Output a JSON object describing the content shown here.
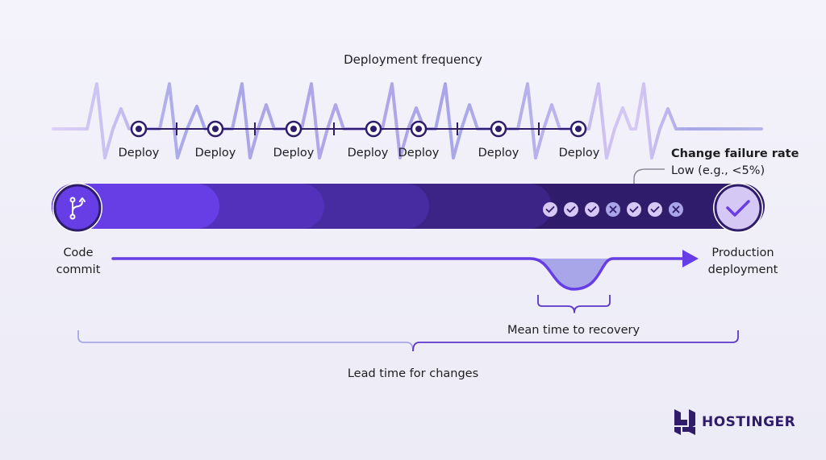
{
  "diagram": {
    "title": "Deployment frequency",
    "deploy_labels": [
      "Deploy",
      "Deploy",
      "Deploy",
      "Deploy",
      "Deploy",
      "Deploy",
      "Deploy"
    ],
    "start_label": {
      "line1": "Code",
      "line2": "commit"
    },
    "end_label": {
      "line1": "Production",
      "line2": "deployment"
    },
    "change_failure": {
      "title": "Change failure rate",
      "value": "Low (e.g., <5%)"
    },
    "checks": [
      "pass",
      "pass",
      "pass",
      "fail",
      "pass",
      "pass",
      "fail"
    ],
    "recovery_label": "Mean time to recovery",
    "lead_time_label": "Lead time for changes",
    "icons": {
      "start": "git-branch-icon",
      "end": "checkmark-icon",
      "pass": "check-icon",
      "fail": "x-icon"
    }
  },
  "brand": {
    "name": "HOSTINGER",
    "logo_icon": "hostinger-logo-icon"
  },
  "colors": {
    "purple_dark": "#2f1c6a",
    "purple": "#673de6",
    "purple_mid": "#5a36c9",
    "lavender": "#a8a6e8",
    "lavender_light": "#d6c8f5",
    "text": "#1d1e20"
  }
}
